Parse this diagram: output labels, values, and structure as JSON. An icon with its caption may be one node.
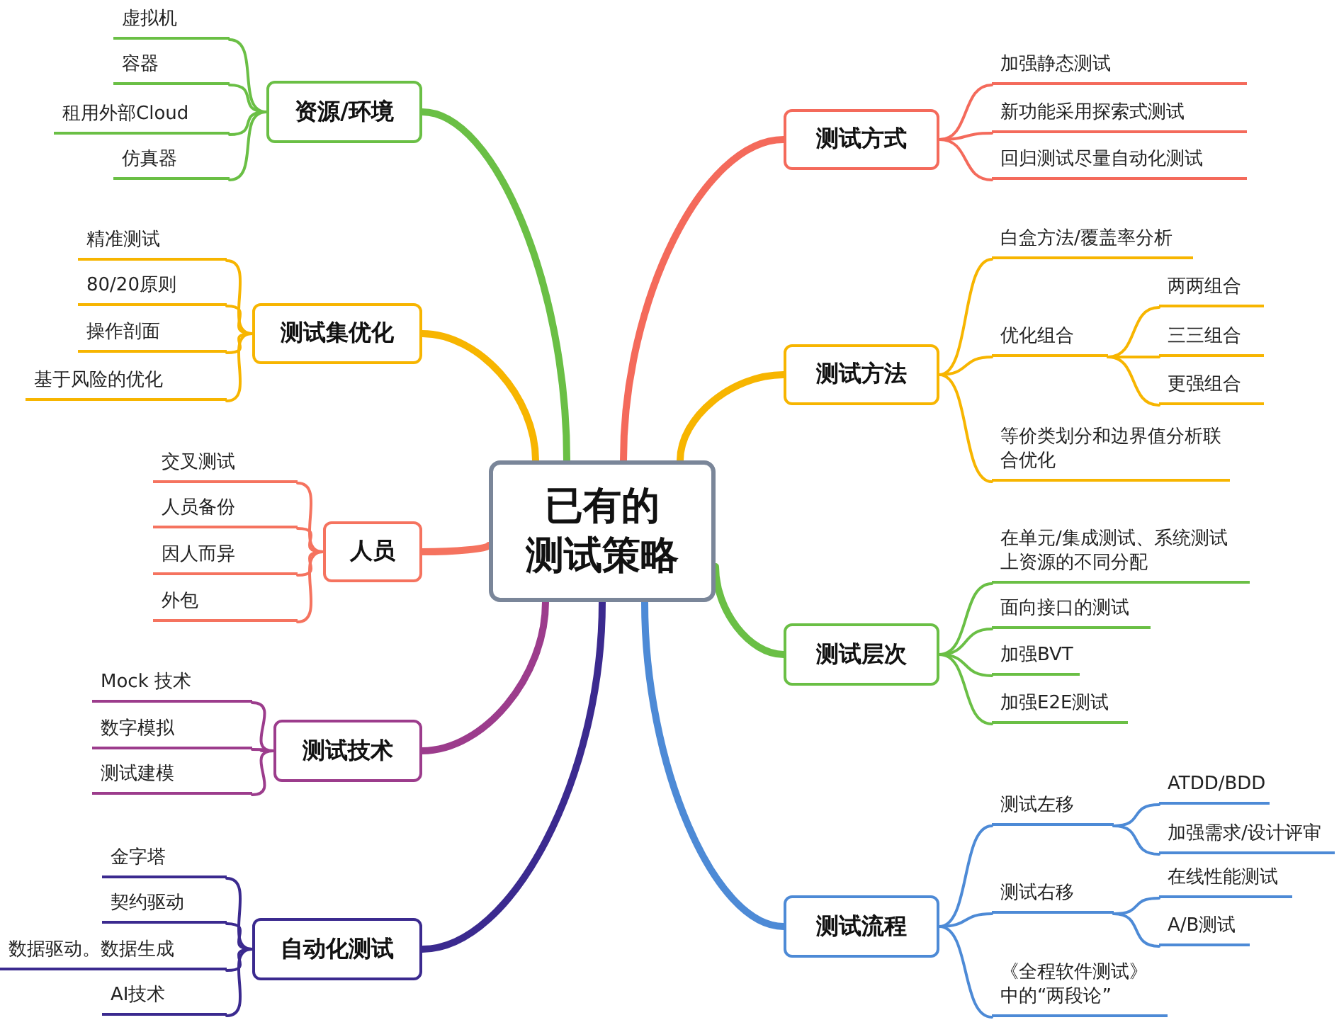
{
  "diagram": {
    "nodes": [
      {
        "text": [
          "已有的测试策略"
        ]
      },
      {
        "text": [
          "资源/环境"
        ]
      },
      {
        "text": [
          "虚拟机"
        ]
      },
      {
        "text": [
          "容器"
        ]
      },
      {
        "text": [
          "租用外部Cloud"
        ]
      },
      {
        "text": [
          "仿真器"
        ]
      },
      {
        "text": [
          "测试集优化"
        ]
      },
      {
        "text": [
          "精准测试"
        ]
      },
      {
        "text": [
          "80/20原则"
        ]
      },
      {
        "text": [
          "操作剖面"
        ]
      },
      {
        "text": [
          "基于风险的优化"
        ]
      },
      {
        "text": [
          "人员"
        ]
      },
      {
        "text": [
          "交叉测试"
        ]
      },
      {
        "text": [
          "人员备份"
        ]
      },
      {
        "text": [
          "因人而异"
        ]
      },
      {
        "text": [
          "外包"
        ]
      },
      {
        "text": [
          "测试技术"
        ]
      },
      {
        "text": [
          "Mock 技术"
        ]
      },
      {
        "text": [
          "数字模拟"
        ]
      },
      {
        "text": [
          "测试建模"
        ]
      },
      {
        "text": [
          "自动化测试"
        ]
      },
      {
        "text": [
          "金字塔"
        ]
      },
      {
        "text": [
          "契约驱动"
        ]
      },
      {
        "text": [
          "数据驱动。数据生成"
        ]
      },
      {
        "text": [
          "AI技术"
        ]
      },
      {
        "text": [
          "测试方式"
        ]
      },
      {
        "text": [
          "加强静态测试"
        ]
      },
      {
        "text": [
          "新功能采用探索式测试"
        ]
      },
      {
        "text": [
          "回归测试尽量自动化测试"
        ]
      },
      {
        "text": [
          "测试方法"
        ]
      },
      {
        "text": [
          "白盒方法/覆盖率分析"
        ]
      },
      {
        "text": [
          "优化组合"
        ]
      },
      {
        "text": [
          "两两组合"
        ]
      },
      {
        "text": [
          "三三组合"
        ]
      },
      {
        "text": [
          "更强组合"
        ]
      },
      {
        "text": [
          "等价类划分和边界值分析联合优化"
        ]
      },
      {
        "text": [
          "测试层次"
        ]
      },
      {
        "text": [
          "在单元/集成测试、系统测试上资源的不同分配"
        ]
      },
      {
        "text": [
          "面向接口的测试"
        ]
      },
      {
        "text": [
          "加强BVT"
        ]
      },
      {
        "text": [
          "加强E2E测试"
        ]
      },
      {
        "text": [
          "测试流程"
        ]
      },
      {
        "text": [
          "测试左移"
        ]
      },
      {
        "text": [
          "ATDD/BDD"
        ]
      },
      {
        "text": [
          "加强需求/设计评审"
        ]
      },
      {
        "text": [
          "测试右移"
        ]
      },
      {
        "text": [
          "在线性能测试"
        ]
      },
      {
        "text": [
          "A/B测试"
        ]
      },
      {
        "text": [
          "《全程软件测试》中的“两段论”"
        ]
      }
    ],
    "edges": [
      {
        "from": 0,
        "to": 1,
        "arrow": "none",
        "style": "thick",
        "color": "#6abf45"
      },
      {
        "from": 1,
        "to": 2,
        "arrow": "none",
        "color": "#6abf45"
      },
      {
        "from": 1,
        "to": 3,
        "arrow": "none",
        "color": "#6abf45"
      },
      {
        "from": 1,
        "to": 4,
        "arrow": "none",
        "color": "#6abf45"
      },
      {
        "from": 1,
        "to": 5,
        "arrow": "none",
        "color": "#6abf45"
      },
      {
        "from": 0,
        "to": 6,
        "arrow": "none",
        "style": "thick",
        "color": "#f7b500"
      },
      {
        "from": 6,
        "to": 7,
        "arrow": "none",
        "color": "#f7b500"
      },
      {
        "from": 6,
        "to": 8,
        "arrow": "none",
        "color": "#f7b500"
      },
      {
        "from": 6,
        "to": 9,
        "arrow": "none",
        "color": "#f7b500"
      },
      {
        "from": 6,
        "to": 10,
        "arrow": "none",
        "color": "#f7b500"
      },
      {
        "from": 0,
        "to": 11,
        "arrow": "none",
        "style": "thick",
        "color": "#f5735f"
      },
      {
        "from": 11,
        "to": 12,
        "arrow": "none",
        "color": "#f5735f"
      },
      {
        "from": 11,
        "to": 13,
        "arrow": "none",
        "color": "#f5735f"
      },
      {
        "from": 11,
        "to": 14,
        "arrow": "none",
        "color": "#f5735f"
      },
      {
        "from": 11,
        "to": 15,
        "arrow": "none",
        "color": "#f5735f"
      },
      {
        "from": 0,
        "to": 16,
        "arrow": "none",
        "style": "thick",
        "color": "#9c3c8c"
      },
      {
        "from": 16,
        "to": 17,
        "arrow": "none",
        "color": "#9c3c8c"
      },
      {
        "from": 16,
        "to": 18,
        "arrow": "none",
        "color": "#9c3c8c"
      },
      {
        "from": 16,
        "to": 19,
        "arrow": "none",
        "color": "#9c3c8c"
      },
      {
        "from": 0,
        "to": 20,
        "arrow": "none",
        "style": "thick",
        "color": "#3b2a8f"
      },
      {
        "from": 20,
        "to": 21,
        "arrow": "none",
        "color": "#3b2a8f"
      },
      {
        "from": 20,
        "to": 22,
        "arrow": "none",
        "color": "#3b2a8f"
      },
      {
        "from": 20,
        "to": 23,
        "arrow": "none",
        "color": "#3b2a8f"
      },
      {
        "from": 20,
        "to": 24,
        "arrow": "none",
        "color": "#3b2a8f"
      },
      {
        "from": 0,
        "to": 25,
        "arrow": "none",
        "style": "thick",
        "color": "#f46a5b"
      },
      {
        "from": 25,
        "to": 26,
        "arrow": "none",
        "color": "#f46a5b"
      },
      {
        "from": 25,
        "to": 27,
        "arrow": "none",
        "color": "#f46a5b"
      },
      {
        "from": 25,
        "to": 28,
        "arrow": "none",
        "color": "#f46a5b"
      },
      {
        "from": 0,
        "to": 29,
        "arrow": "none",
        "style": "thick",
        "color": "#f7b500"
      },
      {
        "from": 29,
        "to": 30,
        "arrow": "none",
        "color": "#f7b500"
      },
      {
        "from": 29,
        "to": 31,
        "arrow": "none",
        "color": "#f7b500"
      },
      {
        "from": 31,
        "to": 32,
        "arrow": "none",
        "color": "#f7b500"
      },
      {
        "from": 31,
        "to": 33,
        "arrow": "none",
        "color": "#f7b500"
      },
      {
        "from": 31,
        "to": 34,
        "arrow": "none",
        "color": "#f7b500"
      },
      {
        "from": 29,
        "to": 35,
        "arrow": "none",
        "color": "#f7b500"
      },
      {
        "from": 0,
        "to": 36,
        "arrow": "none",
        "style": "thick",
        "color": "#6abf45"
      },
      {
        "from": 36,
        "to": 37,
        "arrow": "none",
        "color": "#6abf45"
      },
      {
        "from": 36,
        "to": 38,
        "arrow": "none",
        "color": "#6abf45"
      },
      {
        "from": 36,
        "to": 39,
        "arrow": "none",
        "color": "#6abf45"
      },
      {
        "from": 36,
        "to": 40,
        "arrow": "none",
        "color": "#6abf45"
      },
      {
        "from": 0,
        "to": 41,
        "arrow": "none",
        "style": "thick",
        "color": "#4d8ad6"
      },
      {
        "from": 41,
        "to": 42,
        "arrow": "none",
        "color": "#4d8ad6"
      },
      {
        "from": 42,
        "to": 43,
        "arrow": "none",
        "color": "#4d8ad6"
      },
      {
        "from": 42,
        "to": 44,
        "arrow": "none",
        "color": "#4d8ad6"
      },
      {
        "from": 41,
        "to": 45,
        "arrow": "none",
        "color": "#4d8ad6"
      },
      {
        "from": 45,
        "to": 46,
        "arrow": "none",
        "color": "#4d8ad6"
      },
      {
        "from": 45,
        "to": 47,
        "arrow": "none",
        "color": "#4d8ad6"
      },
      {
        "from": 41,
        "to": 48,
        "arrow": "none",
        "color": "#4d8ad6"
      }
    ]
  }
}
